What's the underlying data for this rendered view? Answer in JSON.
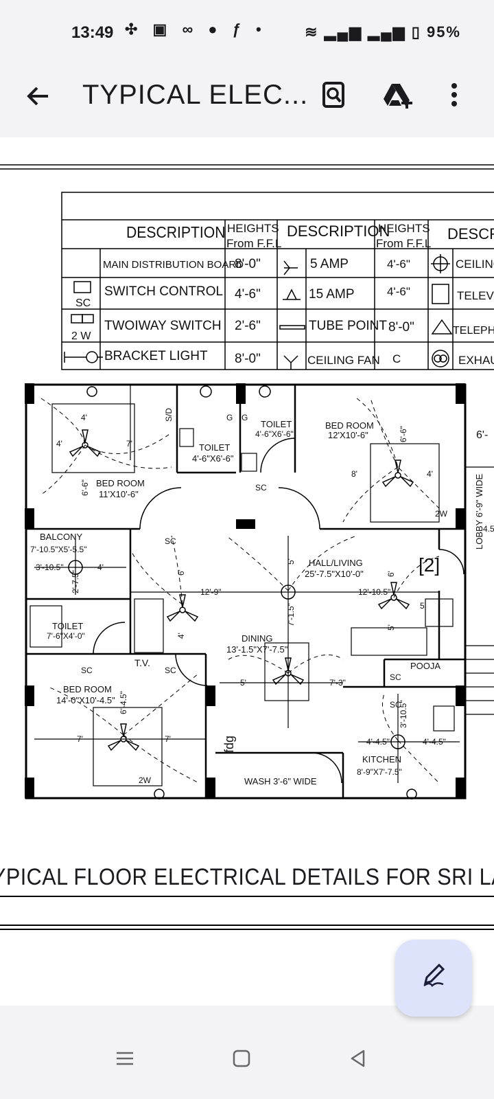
{
  "status": {
    "time": "13:49",
    "battery": "95%"
  },
  "appbar": {
    "title": "TYPICAL ELEC...",
    "back_icon": "arrow-left-icon",
    "search_icon": "search-document-icon",
    "drive_icon": "add-to-drive-icon",
    "more_icon": "more-vert-icon"
  },
  "legend": {
    "headers": {
      "desc1": "DESCRIPTION",
      "heights1": "HEIGHTS",
      "from1": "From F.F.L",
      "desc2": "DESCRIPTION",
      "heights2": "HEIGHTS",
      "from2": "From F.F.L",
      "desc3": "DESCRI"
    },
    "rows": [
      {
        "sym1": "",
        "desc1": "MAIN DISTRIBUTION BOARD",
        "h1": "8'-0\"",
        "desc2": "5 AMP",
        "h2": "4'-6\"",
        "desc3": "CEILING"
      },
      {
        "sym1": "SC",
        "desc1": "SWITCH CONTROL",
        "h1": "4'-6\"",
        "desc2": "15 AMP",
        "h2": "4'-6\"",
        "desc3": "TELEVIS"
      },
      {
        "sym1": "2 W",
        "desc1": "TWOIWAY SWITCH",
        "h1": "2'-6\"",
        "desc2": "TUBE POINT",
        "h2": "8'-0\"",
        "desc3": "TELEPHO"
      },
      {
        "sym1": "",
        "desc1": "BRACKET LIGHT",
        "h1": "8'-0\"",
        "desc2": "CEILING FAN",
        "h2": "C",
        "desc3": "EXHAU"
      }
    ],
    "tv_symbol": "T.V."
  },
  "plan": {
    "rooms": {
      "bed1": {
        "name": "BED ROOM",
        "size": "11'X10'-6\""
      },
      "toilet1": {
        "name": "TOILET",
        "size": "4'-6\"X6'-6\""
      },
      "toilet2": {
        "name": "TOILET",
        "size": "4'-6\"X6'-6\""
      },
      "bed2": {
        "name": "BED ROOM",
        "size": "12'X10'-6\""
      },
      "balcony": {
        "name": "BALCONY",
        "size": "7'-10.5\"X5'-5.5\""
      },
      "hall": {
        "name": "HALL/LIVING",
        "size": "25'-7.5\"X10'-0\""
      },
      "toilet3": {
        "name": "TOILET",
        "size": "7'-6\"X4'-0\""
      },
      "dining": {
        "name": "DINING",
        "size": "13'-1.5\"X7'-7.5\""
      },
      "bed3": {
        "name": "BED ROOM",
        "size": "14'-0\"X10'-4.5\""
      },
      "pooja": {
        "name": "POOJA"
      },
      "kitchen": {
        "name": "KITCHEN",
        "size": "8'-9\"X7'-7.5\""
      },
      "wash": {
        "name": "WASH   3'-6\" WIDE"
      },
      "lobby": {
        "name": "LOBBY 6'-9\" WIDE"
      }
    },
    "dims": {
      "d_4a": "4'",
      "d_7a": "7'",
      "d_6_6": "6'-6\"",
      "d_4b": "4'",
      "d_6b": "6'-6\"",
      "d_8": "8'",
      "d_4c": "4'",
      "d_3_10": "3'-10.5\"",
      "d_4d": "4'",
      "d_2_7": "2'-7.5\"",
      "d_12_9": "12'-9\"",
      "d_12_10": "12'-10.5\"",
      "d_5a": "5'",
      "d_7_1": "7'-1.5\"",
      "d_5b": "5'",
      "d_7_3": "7'-3\"",
      "d_6_4": "6'-4.5\"",
      "d_7b": "7'",
      "d_7c": "7'",
      "d_4_4a": "4'-4.5\"",
      "d_4_4b": "4'-4.5\"",
      "d_3_10b": "3'-10.5\"",
      "d_6_top": "6'-",
      "d_4_5": "4.5",
      "d_6": "6'",
      "d_4e": "4'",
      "d_5c": "5'",
      "d_6c": "6'",
      "d_5d": "5'",
      "d_2": "[2]"
    },
    "labels": {
      "sd": "S/D",
      "sc": "SC",
      "tv": "T.V.",
      "twow": "2W",
      "g": "G",
      "fdg": "fdg"
    }
  },
  "caption": "YPICAL FLOOR ELECTRICAL DETAILS FOR SRI LAXM",
  "fab": {
    "icon": "edit-pen-icon"
  },
  "nav": {
    "recents": "recents-icon",
    "home": "home-icon",
    "back": "back-triangle-icon"
  }
}
